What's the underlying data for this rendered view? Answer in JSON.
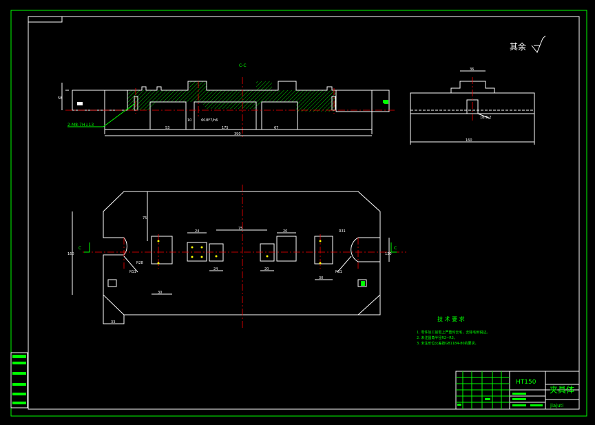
{
  "drawing": {
    "roughness_note": "其余",
    "section_label": "C-C",
    "section_marker_left": "C",
    "section_marker_right": "C",
    "hole_callout": "2-M8-7H↓13",
    "tech_req_title": "技 术 要 求",
    "tech_req_items": [
      "1. 零件加工前需上严重时去毛，去除毛刺锐边。",
      "2. 未注圆角半径R2~R3。",
      "3. 未注形位公差按GB1184-80的要求。"
    ],
    "material": "HT150",
    "part_name": "夹具体",
    "part_code": "jiajuti"
  },
  "dimensions": {
    "front_total": "390",
    "front_left": "53",
    "front_mid": "175",
    "front_right": "67",
    "front_small": "10",
    "front_fit": "Φ18F7/h6",
    "front_height": "58",
    "side_total": "160",
    "side_top": "36",
    "side_fit": "18H12",
    "plan_height": "75",
    "plan_width_left": "160",
    "plan_width_right": "130",
    "plan_pad_a": "24",
    "plan_pad_b": "75",
    "plan_pad_c": "20",
    "plan_pad_d": "24",
    "plan_pad_e": "20",
    "plan_pad_f": "30",
    "plan_pad_g": "30",
    "plan_bottom": "33",
    "plan_r_left": "R28",
    "plan_r_right": "R31",
    "plan_r_a": "R11",
    "plan_r_b": "R11"
  }
}
